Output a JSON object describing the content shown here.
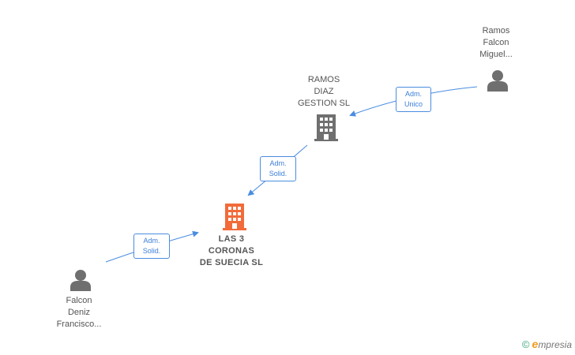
{
  "nodes": {
    "ramos_falcon": {
      "line1": "Ramos",
      "line2": "Falcon",
      "line3": "Miguel...",
      "type": "person-icon"
    },
    "ramos_diaz": {
      "line1": "RAMOS",
      "line2": "DIAZ",
      "line3": "GESTION SL",
      "type": "building-icon"
    },
    "las3coronas": {
      "line1": "LAS 3",
      "line2": "CORONAS",
      "line3": "DE SUECIA  SL",
      "type": "building-icon"
    },
    "falcon_deniz": {
      "line1": "Falcon",
      "line2": "Deniz",
      "line3": "Francisco...",
      "type": "person-icon"
    }
  },
  "edges": {
    "e1": {
      "line1": "Adm.",
      "line2": "Unico"
    },
    "e2": {
      "line1": "Adm.",
      "line2": "Solid."
    },
    "e3": {
      "line1": "Adm.",
      "line2": "Solid."
    }
  },
  "branding": {
    "copyright": "©",
    "e": "e",
    "name": "mpresia"
  },
  "colors": {
    "edge": "#4a8de0",
    "focus_company": "#f26b3a",
    "company": "#6f6f6f",
    "person": "#6f6f6f"
  }
}
